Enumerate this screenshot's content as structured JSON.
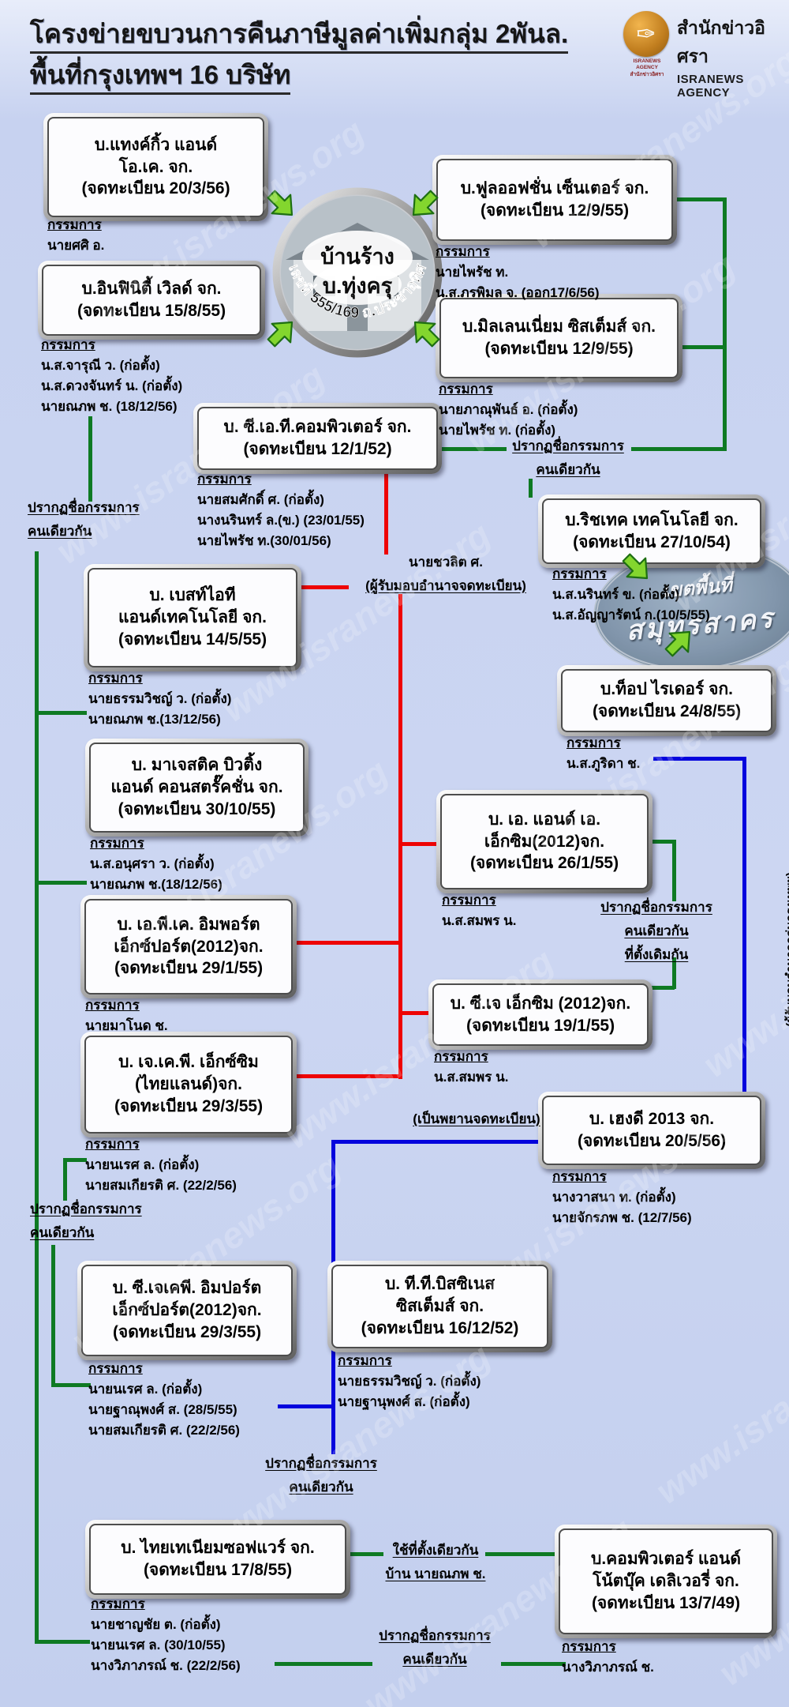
{
  "header": {
    "title_line1": "โครงข่ายขบวนการคืนภาษีมูลค่าเพิ่มกลุ่ม 2พันล.",
    "title_line2": "พื้นที่กรุงเทพฯ 16 บริษัท"
  },
  "logo": {
    "name_thai": "สำนักข่าวอิศรา",
    "name_english": "ISRANEWS AGENCY",
    "caption_english": "ISRANEWS AGENCY",
    "caption_thai": "สำนักข่าวอิศรา"
  },
  "watermark": {
    "text": "www.isranews.org"
  },
  "hub": {
    "line1": "บ้านร้าง",
    "line2": "บ.ทุ่งครุ",
    "curved_text": "เลขที่ 555/169 ถ.ประชาอุทิศ"
  },
  "stamp": {
    "line1": "เขตพื้นที่",
    "line2": "สมุทรสาคร"
  },
  "directors_heading": "กรรมการ",
  "companies": [
    {
      "id": "tankkiw",
      "name": [
        "บ.แทงค์กิ้ว แอนด์",
        "โอ.เค. จก."
      ],
      "registered": "(จดทะเบียน 20/3/56)",
      "directors": [
        "นายศศิ อ."
      ]
    },
    {
      "id": "infinity",
      "name": [
        "บ.อินฟินิตี้ เวิลด์ จก."
      ],
      "registered": "(จดทะเบียน 15/8/55)",
      "directors": [
        "น.ส.จารุณี ว. (ก่อตั้ง)",
        "น.ส.ดวงจันทร์ น. (ก่อตั้ง)",
        "นายณภพ ช. (18/12/56)"
      ]
    },
    {
      "id": "fulloption",
      "name": [
        "บ.ฟูลออฟชั่น เซ็นเตอร์ จก."
      ],
      "registered": "(จดทะเบียน 12/9/55)",
      "directors": [
        "นายไพรัช ท.",
        "น.ส.ภรพิมล จ. (ออก17/6/56)"
      ]
    },
    {
      "id": "millennium",
      "name": [
        "บ.มิลเลนเนี่ยม ซิสเต็มส์ จก."
      ],
      "registered": "(จดทะเบียน 12/9/55)",
      "directors": [
        "นายภาณุพันธ์ อ. (ก่อตั้ง)",
        "นายไพรัช ท. (ก่อตั้ง)"
      ]
    },
    {
      "id": "cat",
      "name": [
        "บ. ซี.เอ.ที.คอมพิวเตอร์ จก."
      ],
      "registered": "(จดทะเบียน 12/1/52)",
      "directors": [
        "นายสมศักดิ์ ศ. (ก่อตั้ง)",
        "นางนรินทร์ ล.(ข.) (23/01/55)",
        "นายไพรัช ท.(30/01/56)"
      ]
    },
    {
      "id": "richtech",
      "name": [
        "บ.ริชเทค เทคโนโลยี จก."
      ],
      "registered": "(จดทะเบียน 27/10/54)",
      "directors": [
        "น.ส.นรินทร์ ข. (ก่อตั้ง)",
        "น.ส.อัญญารัตน์ ก.(10/5/55)"
      ]
    },
    {
      "id": "bestit",
      "name": [
        "บ. เบสท์ไอที",
        "แอนด์เทคโนโลยี จก."
      ],
      "registered": "(จดทะเบียน 14/5/55)",
      "directors": [
        "นายธรรมวิชญ์ ว. (ก่อตั้ง)",
        "นายณภพ ช.(13/12/56)"
      ]
    },
    {
      "id": "toprider",
      "name": [
        "บ.ท็อป ไรเดอร์ จก."
      ],
      "registered": "(จดทะเบียน 24/8/55)",
      "directors": [
        "น.ส.ภูริดา ช."
      ]
    },
    {
      "id": "majestic",
      "name": [
        "บ. มาเจสติค บิวติ้ง",
        "แอนด์ คอนสตรั๊คชั่น จก."
      ],
      "registered": "(จดทะเบียน 30/10/55)",
      "directors": [
        "น.ส.อนุศรา ว. (ก่อตั้ง)",
        "นายณภพ ช.(18/12/56)"
      ]
    },
    {
      "id": "apk",
      "name": [
        "บ. เอ.พี.เค. อิมพอร์ต",
        "เอ็กซ์ปอร์ต(2012)จก."
      ],
      "registered": "(จดทะเบียน 29/1/55)",
      "directors": [
        "นายมาโนด ช."
      ]
    },
    {
      "id": "aa",
      "name": [
        "บ. เอ. แอนด์ เอ.",
        "เอ็กซิม(2012)จก."
      ],
      "registered": "(จดทะเบียน 26/1/55)",
      "directors": [
        "น.ส.สมพร น."
      ]
    },
    {
      "id": "cj",
      "name": [
        "บ. ซี.เจ เอ็กซิม (2012)จก."
      ],
      "registered": "(จดทะเบียน 19/1/55)",
      "directors": [
        "น.ส.สมพร น."
      ]
    },
    {
      "id": "hengdee",
      "name": [
        "บ. เฮงดี 2013 จก."
      ],
      "registered": "(จดทะเบียน 20/5/56)",
      "directors": [
        "นางวาสนา ท.  (ก่อตั้ง)",
        "นายจักรภพ ช. (12/7/56)"
      ]
    },
    {
      "id": "jkp",
      "name": [
        "บ. เจ.เค.พี. เอ็กซ์ซิม",
        "(ไทยแลนด์)จก."
      ],
      "registered": "(จดทะเบียน 29/3/55)",
      "directors": [
        "นายนเรศ ล. (ก่อตั้ง)",
        "นายสมเกียรติ ศ. (22/2/56)"
      ]
    },
    {
      "id": "cjkp",
      "name": [
        "บ. ซี.เจเคพี. อิมปอร์ต",
        "เอ็กซ์ปอร์ต(2012)จก."
      ],
      "registered": "(จดทะเบียน 29/3/55)",
      "directors": [
        "นายนเรศ ล. (ก่อตั้ง)",
        "นายฐาณุพงศ์ ส. (28/5/55)",
        "นายสมเกียรติ ศ. (22/2/56)"
      ]
    },
    {
      "id": "tt",
      "name": [
        "บ. ที.ที.บิสซิเนส",
        "ซิสเต็มส์ จก."
      ],
      "registered": "(จดทะเบียน 16/12/52)",
      "directors": [
        "นายธรรมวิชญ์ ว. (ก่อตั้ง)",
        "นายฐานุพงศ์ ส.  (ก่อตั้ง)"
      ]
    },
    {
      "id": "thaitenium",
      "name": [
        "บ. ไทยเทเนียมซอฟแวร์ จก."
      ],
      "registered": "(จดทะเบียน 17/8/55)",
      "directors": [
        "นายชาญชัย ต.  (ก่อตั้ง)",
        "นายนเรศ ล. (30/10/55)",
        "นางวิภาภรณ์ ช. (22/2/56)"
      ]
    },
    {
      "id": "computer",
      "name": [
        "บ.คอมพิวเตอร์ แอนด์",
        "โน้ตบุ๊ค เดลิเวอรี่ จก."
      ],
      "registered": "(จดทะเบียน 13/7/49)",
      "directors": [
        "นางวิภาภรณ์ ช."
      ]
    }
  ],
  "notes": [
    {
      "id": "n1",
      "lines": [
        "ปรากฏชื่อกรรมการ",
        "คนเดียวกัน"
      ]
    },
    {
      "id": "n2",
      "lines": [
        "ปรากฏชื่อกรรมการ",
        "คนเดียวกัน"
      ]
    },
    {
      "id": "n3",
      "lines": [
        "ปรากฏชื่อกรรมการ",
        "คนเดียวกัน",
        "ที่ตั้งเดิมกัน"
      ]
    },
    {
      "id": "n4",
      "lines": [
        "ปรากฏชื่อกรรมการ",
        "คนเดียวกัน"
      ]
    },
    {
      "id": "n5",
      "lines": [
        "ปรากฏชื่อกรรมการ",
        "คนเดียวกัน"
      ]
    },
    {
      "id": "n6",
      "lines": [
        "ใช้ที่ตั้งเดียวกัน",
        "บ้าน นายณภพ ช."
      ]
    },
    {
      "id": "n7",
      "lines": [
        "ปรากฏชื่อกรรมการ",
        "คนเดียวกัน"
      ]
    },
    {
      "id": "agent",
      "lines": [
        "นายชวลิต ศ.",
        "(ผู้รับมอบอำนาจจดทะเบียน)"
      ]
    },
    {
      "id": "witness",
      "lines": [
        "(เป็นพยานจดทะเบียน)"
      ]
    }
  ],
  "annotations": {
    "rotated": "(ผู้รับมอบอำนาจกลุ่มกรุงเทพฯ)"
  },
  "colors": {
    "line_green": "#0e7a23",
    "line_red": "#ee0404",
    "line_blue": "#0404dd",
    "arrow_green": "#83d62e",
    "background": "#ccd6f2",
    "box_text": "#000000"
  }
}
